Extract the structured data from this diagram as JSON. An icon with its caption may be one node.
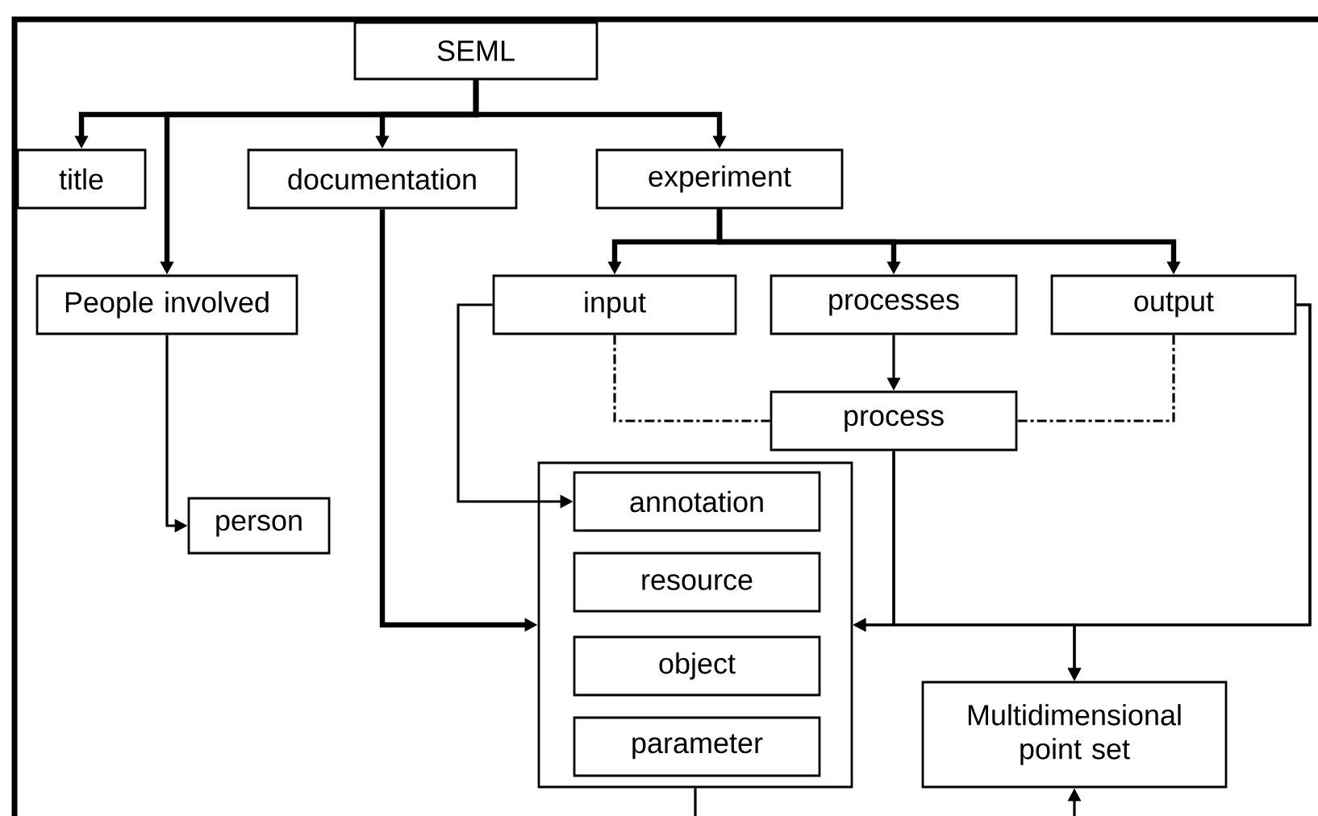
{
  "diagram": {
    "nodes": [
      {
        "text": [
          "SEML"
        ]
      },
      {
        "text": [
          "title"
        ]
      },
      {
        "text": [
          "documentation"
        ]
      },
      {
        "text": [
          "experiment"
        ]
      },
      {
        "text": [
          "People involved"
        ]
      },
      {
        "text": [
          "input"
        ]
      },
      {
        "text": [
          "processes"
        ]
      },
      {
        "text": [
          "output"
        ]
      },
      {
        "text": [
          "process"
        ]
      },
      {
        "text": [
          "person"
        ]
      },
      {
        "text": [],
        "shape": "box"
      },
      {
        "text": [
          "annotation"
        ],
        "in": 10
      },
      {
        "text": [
          "resource"
        ],
        "in": 10
      },
      {
        "text": [
          "object"
        ],
        "in": 10
      },
      {
        "text": [
          "parameter"
        ],
        "in": 10
      },
      {
        "text": [
          "Multidimensional point set"
        ]
      }
    ],
    "edges": [
      {
        "from": 0,
        "to": 1,
        "arrow": "to",
        "style": "thick"
      },
      {
        "from": 0,
        "to": 2,
        "arrow": "to",
        "style": "thick"
      },
      {
        "from": 0,
        "to": 3,
        "arrow": "to",
        "style": "thick"
      },
      {
        "from": 0,
        "to": 4,
        "arrow": "to",
        "style": "thick"
      },
      {
        "from": 3,
        "to": 5,
        "arrow": "to",
        "style": "thick"
      },
      {
        "from": 3,
        "to": 6,
        "arrow": "to",
        "style": "thick"
      },
      {
        "from": 3,
        "to": 7,
        "arrow": "to",
        "style": "thick"
      },
      {
        "from": 6,
        "to": 8,
        "arrow": "to"
      },
      {
        "from": 5,
        "to": 8,
        "arrow": "none",
        "style": "dashed"
      },
      {
        "from": 7,
        "to": 8,
        "arrow": "none",
        "style": "dashed"
      },
      {
        "from": 4,
        "to": 9,
        "arrow": "to"
      },
      {
        "from": 5,
        "to": 11,
        "arrow": "to"
      },
      {
        "from": 2,
        "to": 10,
        "arrow": "to",
        "style": "thick"
      },
      {
        "from": 8,
        "to": 10,
        "arrow": "to"
      },
      {
        "from": 8,
        "to": 15,
        "arrow": "to"
      },
      {
        "from": 7,
        "to": 10,
        "arrow": "to"
      },
      {
        "from": 7,
        "to": 15,
        "arrow": "to"
      },
      {
        "from": 10,
        "to": null,
        "arrow": "none"
      },
      {
        "from": null,
        "to": 15,
        "arrow": "to"
      }
    ]
  }
}
